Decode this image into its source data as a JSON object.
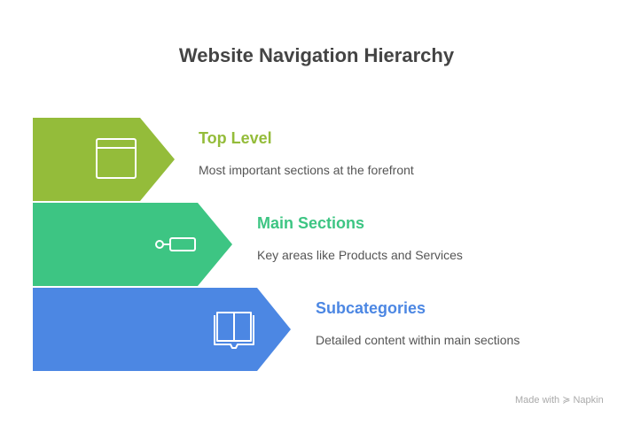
{
  "title": "Website Navigation Hierarchy",
  "items": [
    {
      "label": "Top Level",
      "description": "Most important sections at the forefront",
      "color": "#94BC3A",
      "icon": "browser-window-icon"
    },
    {
      "label": "Main Sections",
      "description": "Key areas like Products and Services",
      "color": "#3DC583",
      "icon": "key-tag-icon"
    },
    {
      "label": "Subcategories",
      "description": "Detailed content within main sections",
      "color": "#4C87E3",
      "icon": "open-book-icon"
    }
  ],
  "footer": {
    "made_with": "Made with",
    "brand": "Napkin"
  }
}
